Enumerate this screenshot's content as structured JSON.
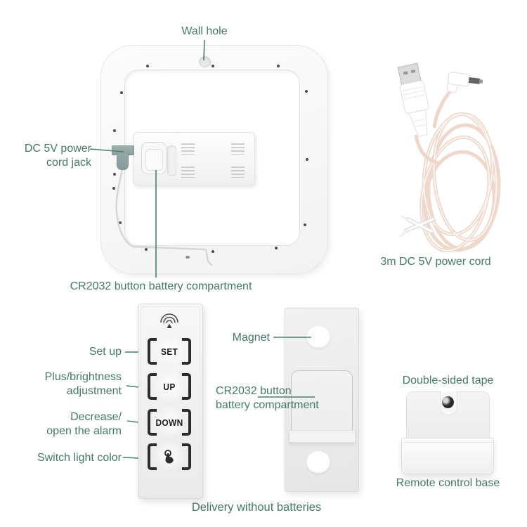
{
  "colors": {
    "annotation": "#44796a",
    "remote_button_ink": "#1d1d1d",
    "jack": "#8ba19f"
  },
  "top_section": {
    "wall_hole_label": "Wall hole",
    "dc_jack_label": [
      "DC 5V power",
      "cord jack"
    ],
    "frame_battery_label": "CR2032 button battery compartment"
  },
  "cord_section": {
    "label": "3m DC 5V power cord"
  },
  "remote": {
    "icons": {
      "top": "wireless-signal-icon",
      "light_button": "touch-finger-icon"
    },
    "buttons": [
      {
        "label": "SET"
      },
      {
        "label": "UP"
      },
      {
        "label": "DOWN"
      },
      {
        "label": ""
      }
    ],
    "annotations": {
      "set": [
        "Set up"
      ],
      "up": [
        "Plus/brightness",
        "adjustment"
      ],
      "down": [
        "Decrease/",
        "open the alarm"
      ],
      "light": [
        "Switch light color"
      ]
    }
  },
  "plate_section": {
    "magnet_label": "Magnet",
    "battery_label": [
      "CR2032 button",
      "battery compartment"
    ]
  },
  "base_section": {
    "tape_label": "Double-sided tape",
    "base_label": "Remote control base"
  },
  "footer": {
    "delivery_note": "Delivery without batteries"
  }
}
